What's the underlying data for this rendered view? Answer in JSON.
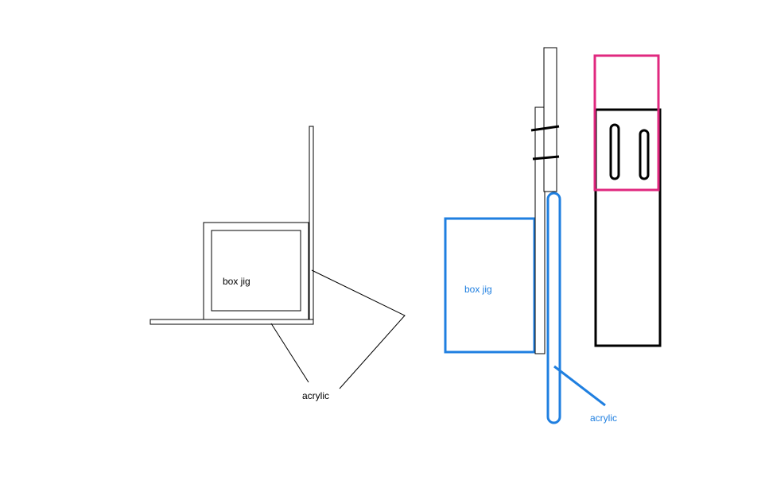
{
  "left_sketch": {
    "jig_label": "box jig",
    "acrylic_label": "acrylic"
  },
  "right_sketch": {
    "jig_label": "box jig",
    "acrylic_label": "acrylic"
  },
  "colors": {
    "outline": "#000000",
    "jig_blue": "#1f7fe0",
    "clamp_magenta": "#e0287f",
    "background": "#ffffff"
  }
}
